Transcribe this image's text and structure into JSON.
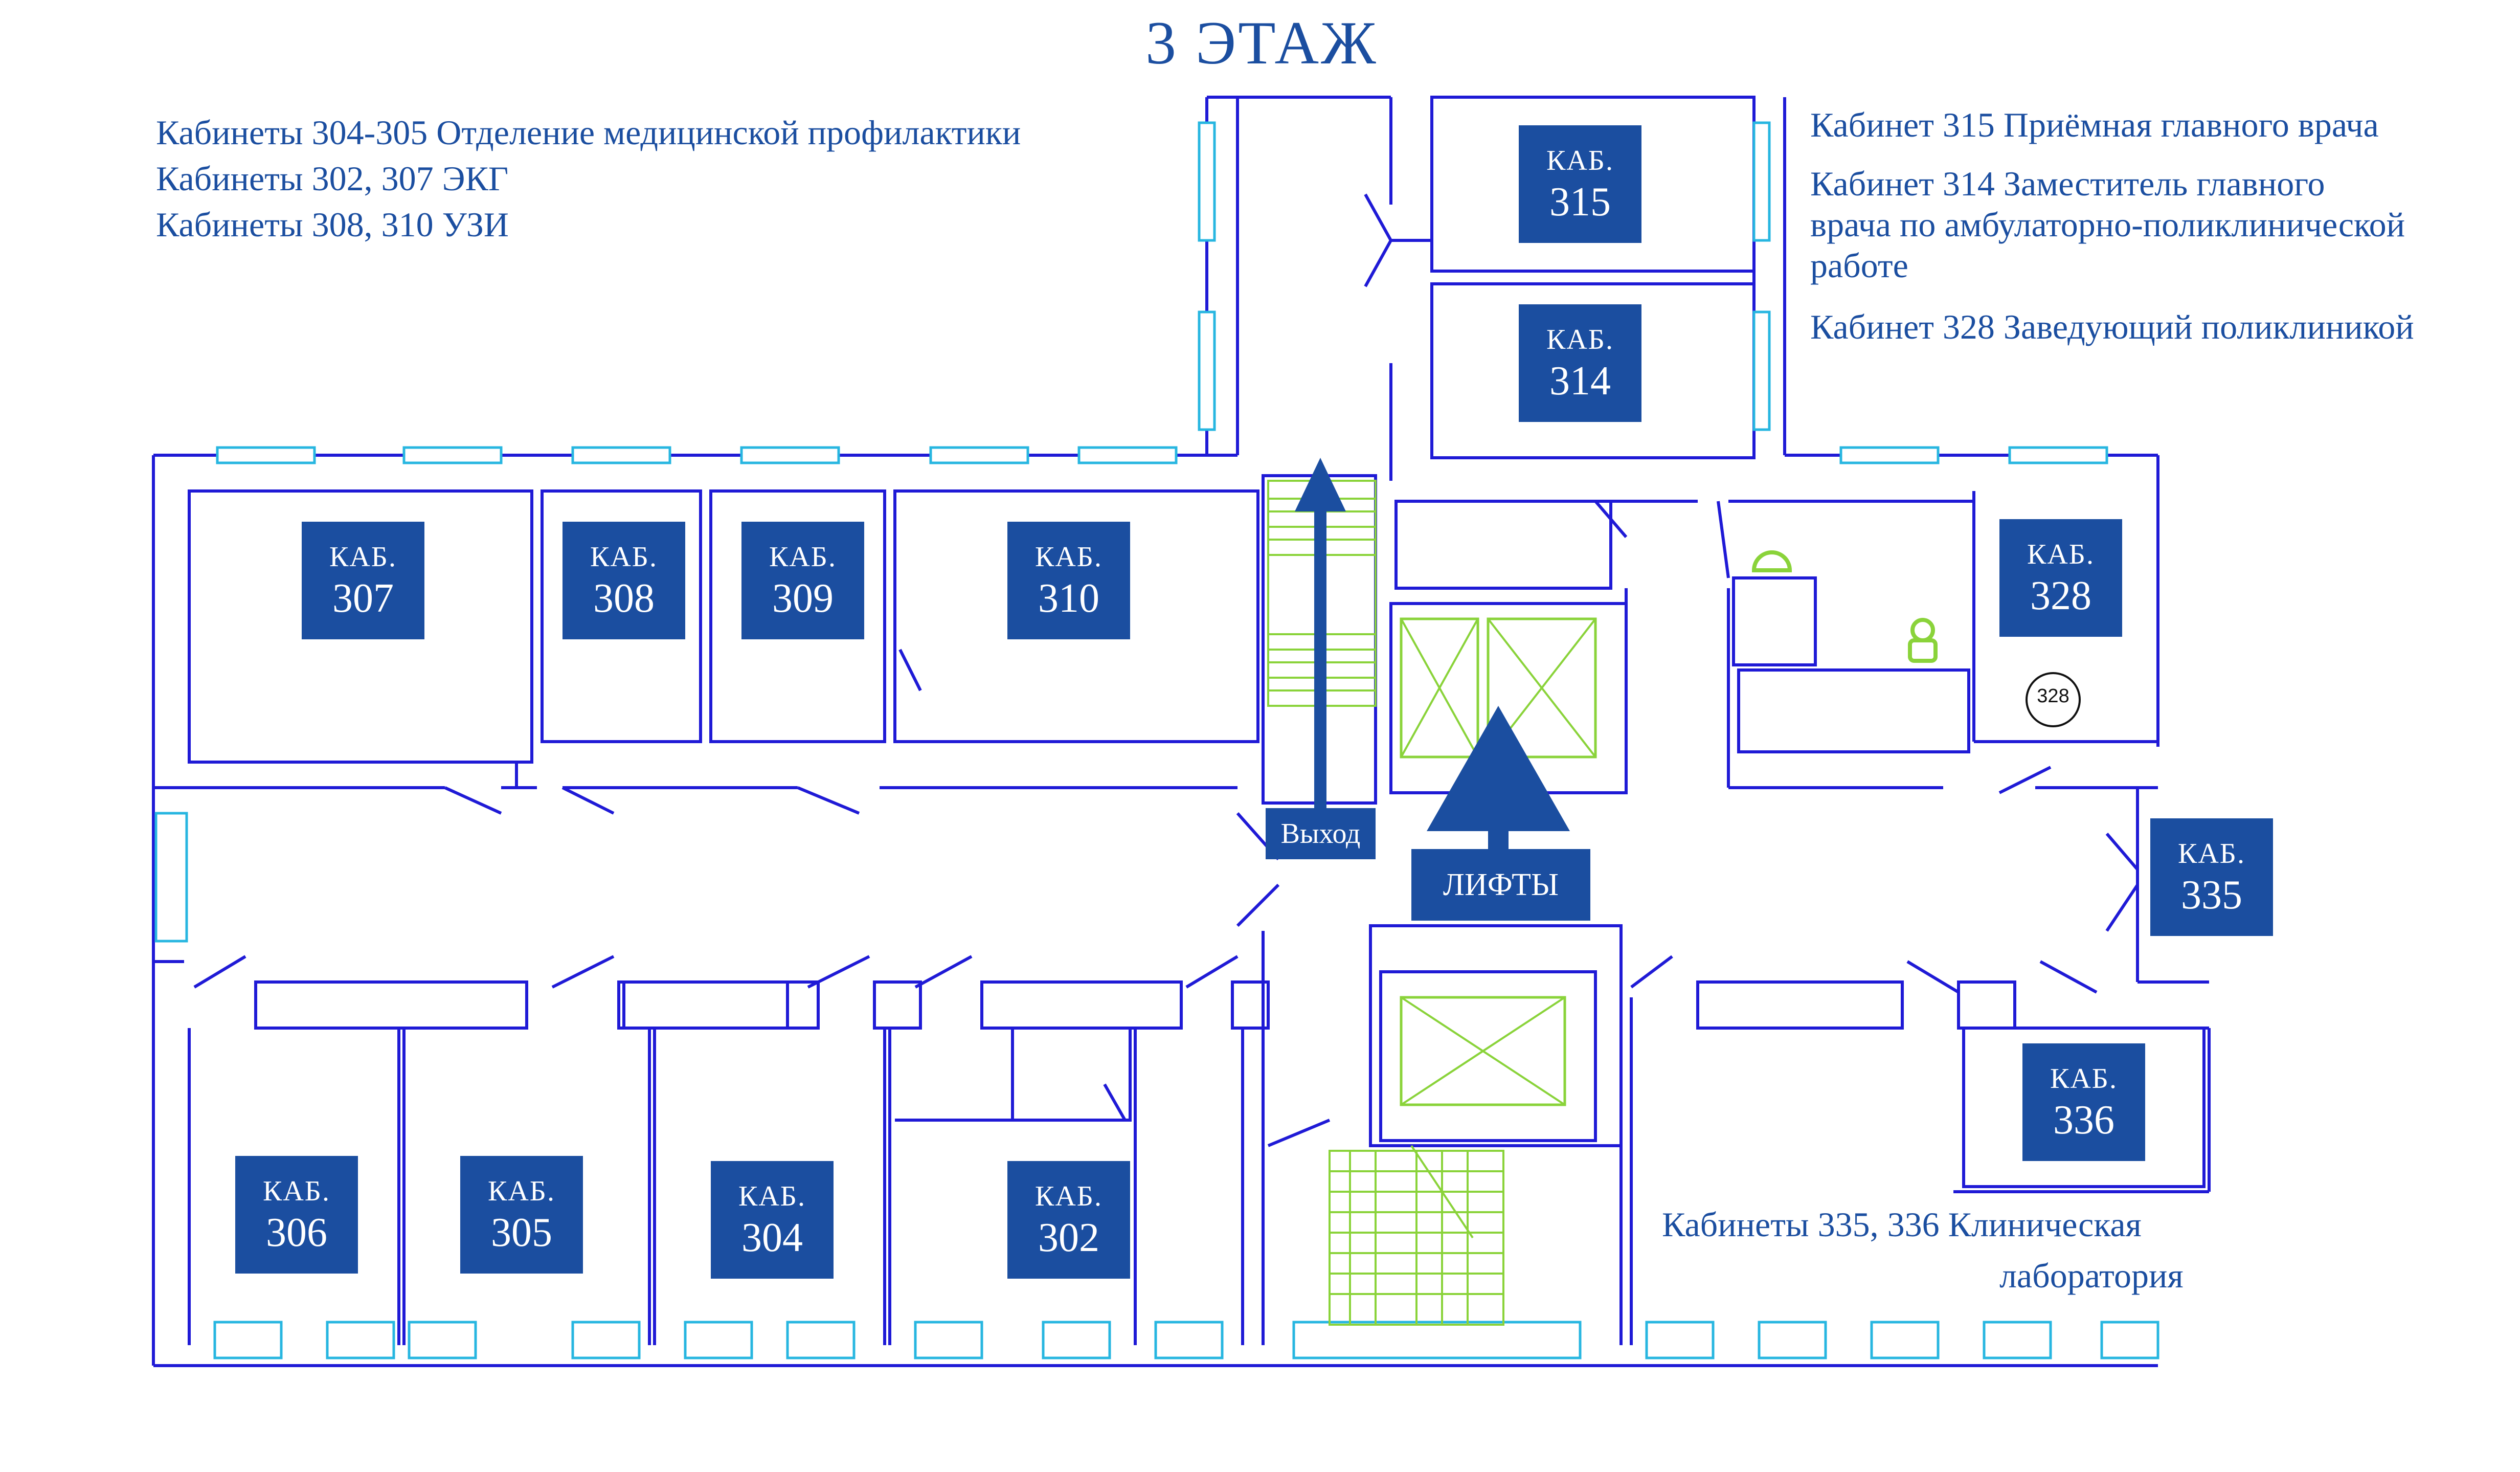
{
  "title": "3 ЭТАЖ",
  "notes_left": [
    "Кабинеты 304-305 Отделение медицинской профилактики",
    "Кабинеты 302, 307 ЭКГ",
    "Кабинеты 308, 310 УЗИ"
  ],
  "notes_right": {
    "line1": "Кабинет 315 Приёмная главного врача",
    "line2a": "Кабинет 314 Заместитель главного",
    "line2b": "врача по амбулаторно-поликлинической",
    "line2c": "работе",
    "line3": "Кабинет 328 Заведующий поликлиникой"
  },
  "lab_note": {
    "line1": "Кабинеты 335, 336 Клиническая",
    "line2": "лаборатория"
  },
  "room_prefix": "КАБ.",
  "rooms": {
    "r315": "315",
    "r314": "314",
    "r307": "307",
    "r308": "308",
    "r309": "309",
    "r310": "310",
    "r328": "328",
    "r335": "335",
    "r336": "336",
    "r306": "306",
    "r305": "305",
    "r304": "304",
    "r302": "302"
  },
  "small_room_tag": "328",
  "exit_label": "Выход",
  "lifts_label": "ЛИФТЫ",
  "colors": {
    "walls": "#1f1ad6",
    "windows": "#27b6e0",
    "badges": "#1b4ea0",
    "lifts_and_stairs": "#8ad33a"
  },
  "icons": [
    "toilet-icon",
    "toilet-icon",
    "up-arrow-icon",
    "up-arrow-icon"
  ]
}
